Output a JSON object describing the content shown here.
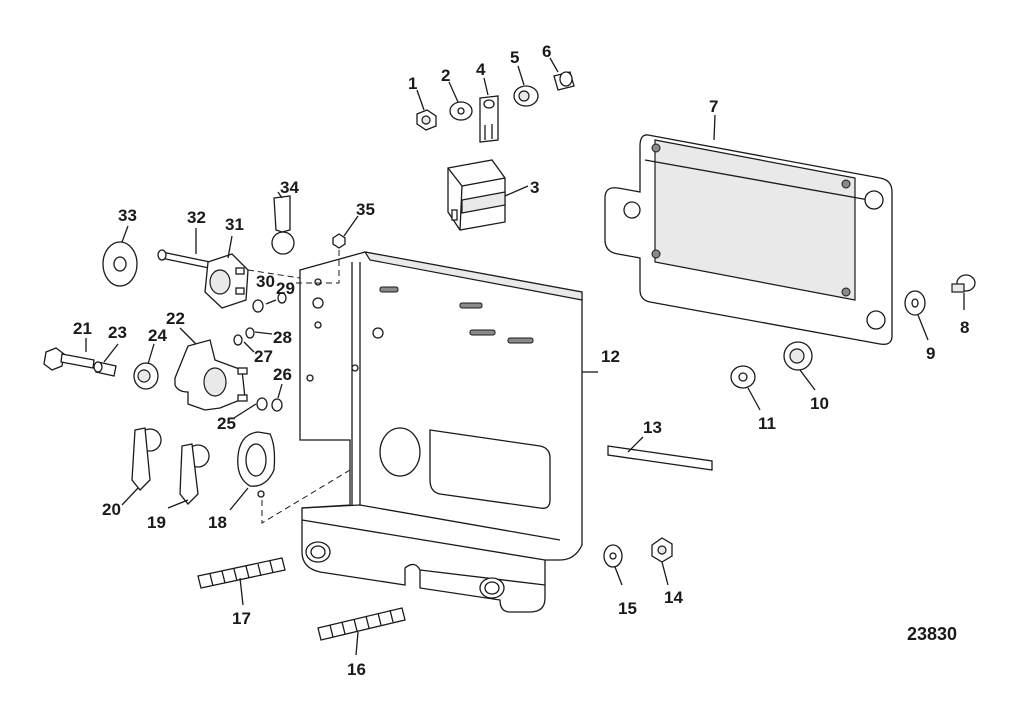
{
  "figure_number": "23830",
  "callouts": [
    "1",
    "2",
    "3",
    "4",
    "5",
    "6",
    "7",
    "8",
    "9",
    "10",
    "11",
    "12",
    "13",
    "14",
    "15",
    "16",
    "17",
    "18",
    "19",
    "20",
    "21",
    "22",
    "23",
    "24",
    "25",
    "26",
    "27",
    "28",
    "29",
    "30",
    "31",
    "32",
    "33",
    "34",
    "35"
  ]
}
